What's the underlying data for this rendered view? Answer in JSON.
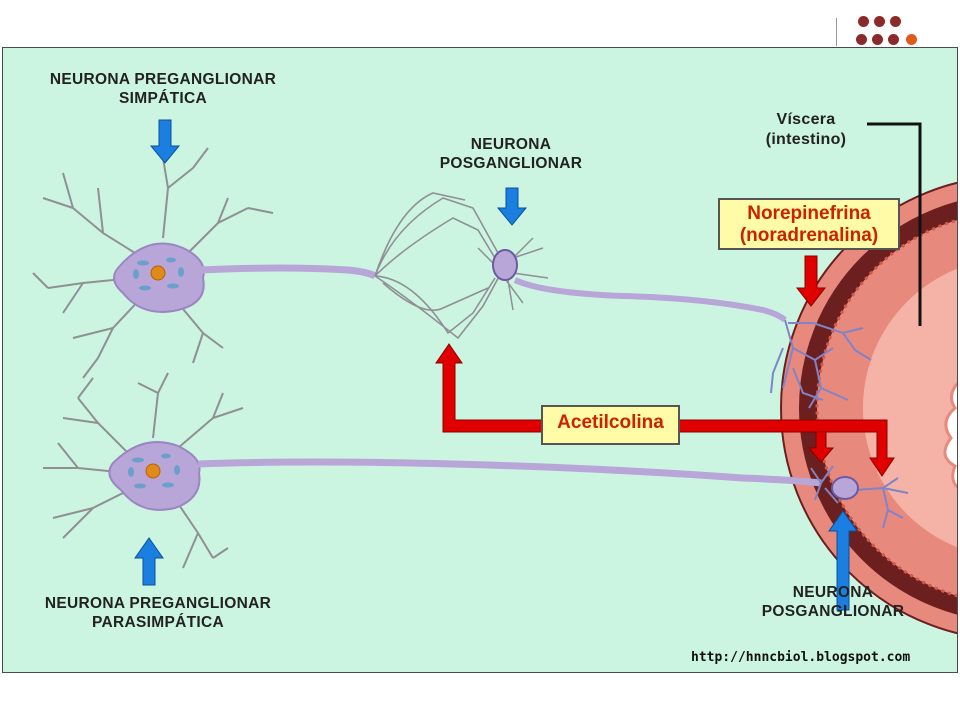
{
  "labels": {
    "simpatica": [
      "NEURONA PREGANGLIONAR",
      "SIMPÁTICA"
    ],
    "posganglionar_top": [
      "NEURONA",
      "POSGANGLIONAR"
    ],
    "viscera": [
      "Víscera",
      "(intestino)"
    ],
    "norepinefrina": [
      "Norepinefrina",
      "(noradrenalina)"
    ],
    "acetilcolina": "Acetilcolina",
    "parasimpatica": [
      "NEURONA PREGANGLIONAR",
      "PARASIMPÁTICA"
    ],
    "posganglionar_bottom": [
      "NEURONA",
      "POSGANGLIONAR"
    ]
  },
  "source_url": "http://hnncbiol.blogspot.com",
  "colors": {
    "background": "#ccf5e1",
    "neuron": "#b9a6d9",
    "nucleus": "#e08a1a",
    "red_arrow": "#e00000",
    "blue_arrow": "#1a7fe0",
    "label_box": "#fffba6",
    "label_box_text": "#cc2200",
    "viscera_outer": "#e8897e",
    "viscera_wall": "#6b1f1f",
    "viscera_inner": "#f5b3a8"
  },
  "decor_dot_colors": [
    "#8b2a2a",
    "#8b2a2a",
    "#8b2a2a",
    "#8b2a2a",
    "#8b2a2a",
    "#8b2a2a",
    "#e05a1a"
  ]
}
